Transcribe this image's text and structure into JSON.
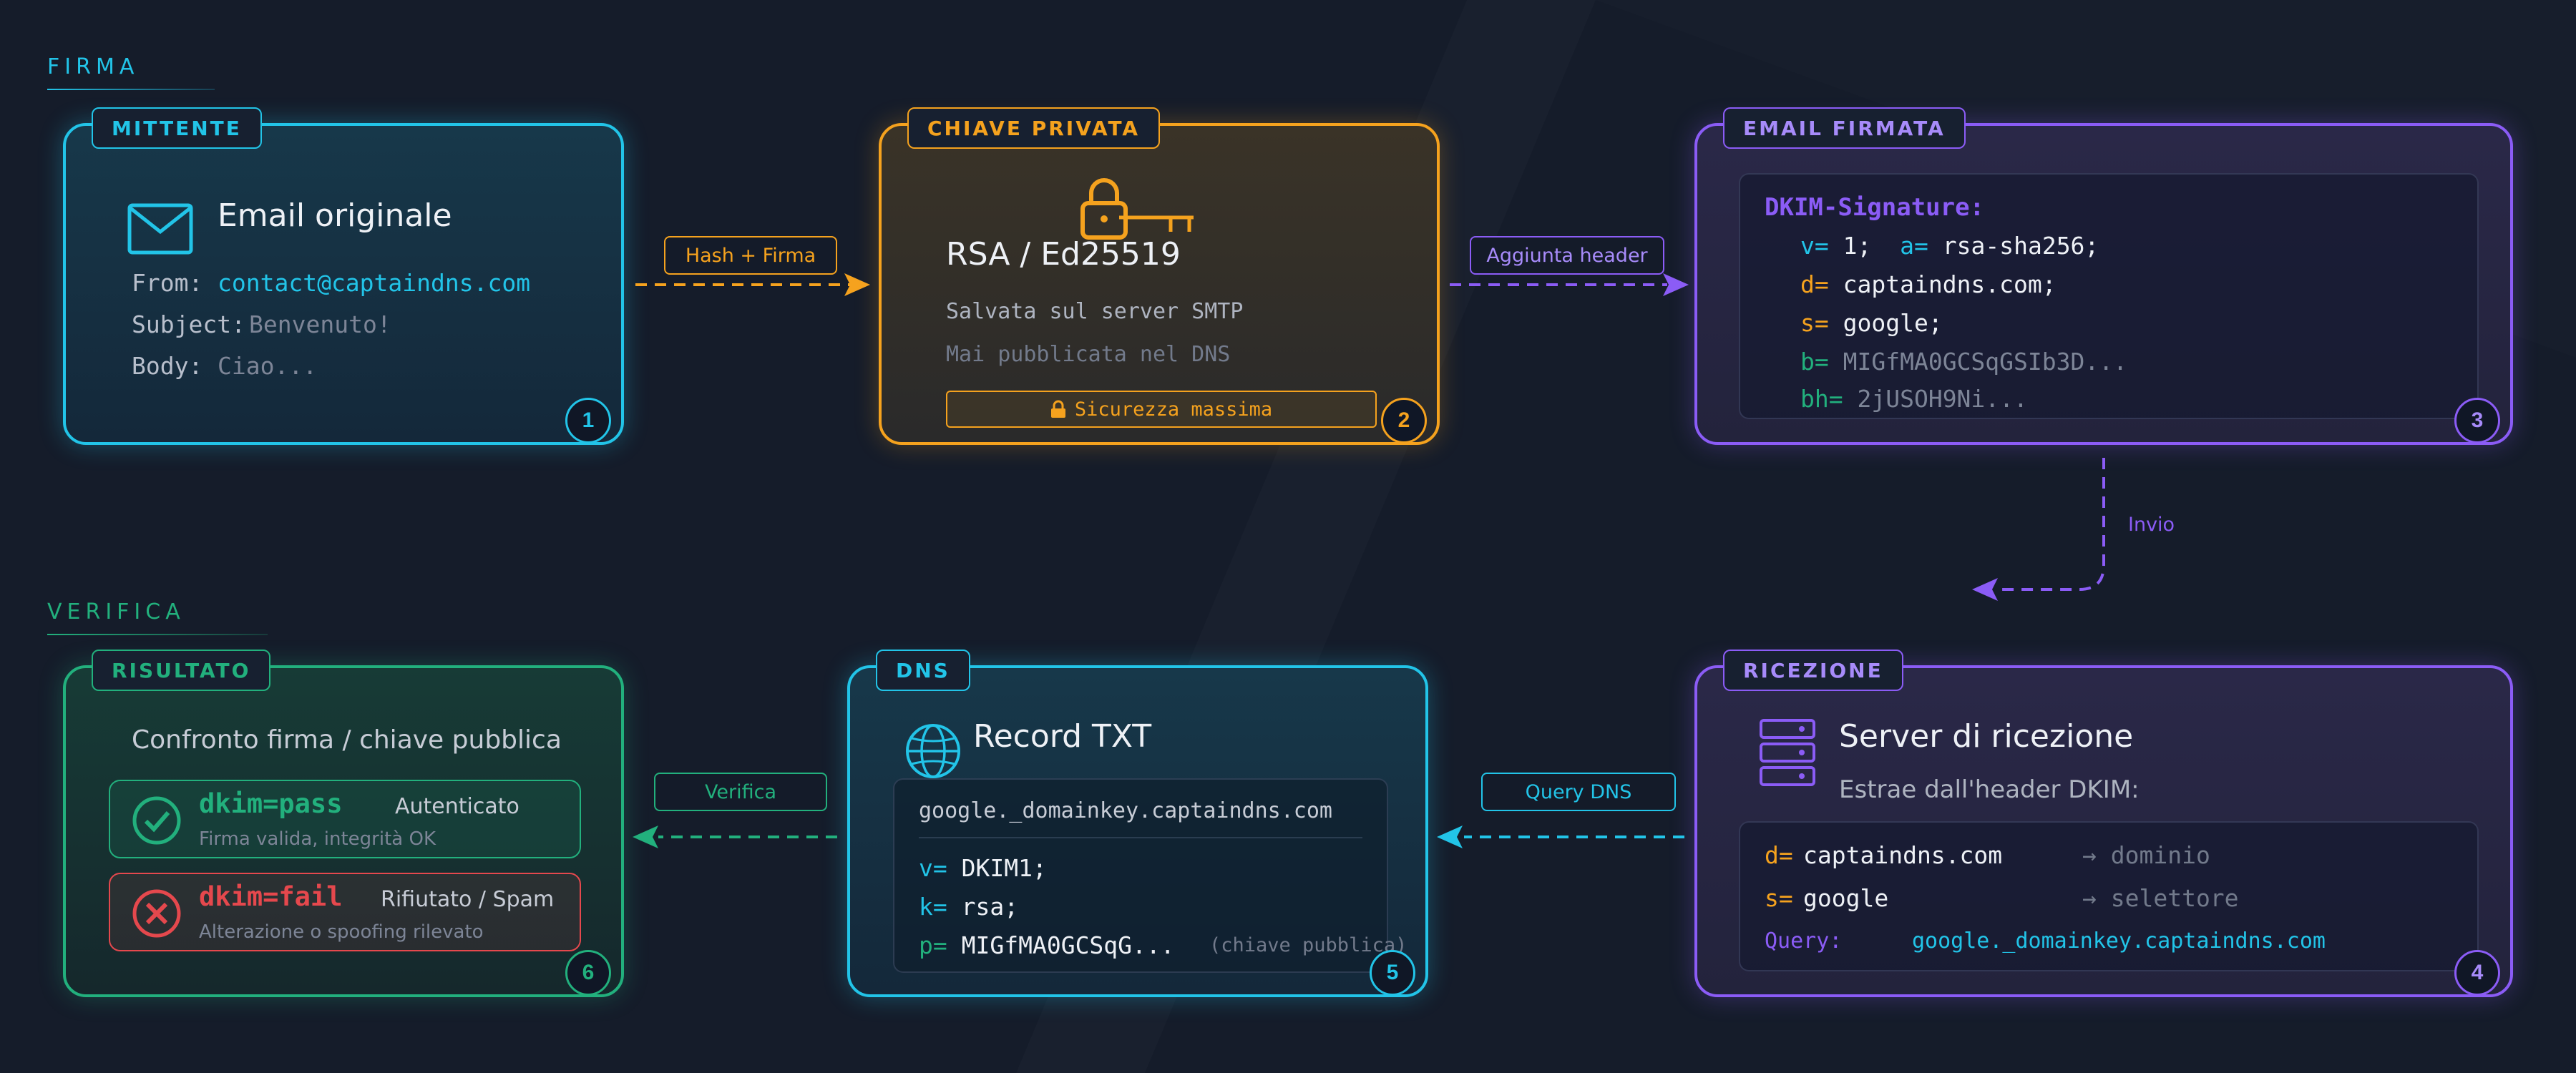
{
  "sections": {
    "sign": "FIRMA",
    "verify": "VERIFICA"
  },
  "cards": {
    "sender": {
      "badge": "MITTENTE",
      "title": "Email originale",
      "number": "1",
      "rows": [
        {
          "key": "From:",
          "value": "contact@captaindns.com"
        },
        {
          "key": "Subject:",
          "value": "Benvenuto!"
        },
        {
          "key": "Body:",
          "value": "Ciao..."
        }
      ]
    },
    "private_key": {
      "badge": "CHIAVE PRIVATA",
      "title": "RSA / Ed25519",
      "line1": "Salvata sul server SMTP",
      "line2": "Mai pubblicata nel DNS",
      "security": "Sicurezza massima",
      "number": "2"
    },
    "signed": {
      "badge": "EMAIL FIRMATA",
      "header": "DKIM-Signature:",
      "number": "3",
      "lines": [
        {
          "k1": "v=",
          "v1": "1;",
          "k2": "a=",
          "v2": "rsa-sha256;"
        },
        {
          "k1": "d=",
          "v1": "captaindns.com;"
        },
        {
          "k1": "s=",
          "v1": "google;"
        },
        {
          "k1": "b=",
          "v1": "MIGfMA0GCSqGSIb3D..."
        },
        {
          "k1": "bh=",
          "v1": "2jUSOH9Ni..."
        }
      ]
    },
    "reception": {
      "badge": "RICEZIONE",
      "title": "Server di ricezione",
      "subtitle": "Estrae dall'header DKIM:",
      "number": "4",
      "d_key": "d=",
      "d_val": "captaindns.com",
      "d_note": "→ dominio",
      "s_key": "s=",
      "s_val": "google",
      "s_note": "→ selettore",
      "query_key": "Query:",
      "query_val": "google._domainkey.captaindns.com"
    },
    "dns": {
      "badge": "DNS",
      "title": "Record TXT",
      "domain": "google._domainkey.captaindns.com",
      "number": "5",
      "v_key": "v=",
      "v_val": "DKIM1;",
      "k_key": "k=",
      "k_val": "rsa;",
      "p_key": "p=",
      "p_val": "MIGfMA0GCSqG...",
      "p_note": "(chiave pubblica)"
    },
    "result": {
      "badge": "RISULTATO",
      "title": "Confronto firma / chiave pubblica",
      "number": "6",
      "pass": {
        "label": "dkim=pass",
        "status": "Autenticato",
        "desc": "Firma valida, integrità OK"
      },
      "fail": {
        "label": "dkim=fail",
        "status": "Rifiutato / Spam",
        "desc": "Alterazione o spoofing rilevato"
      }
    }
  },
  "arrows": {
    "hash_sign": "Hash + Firma",
    "add_header": "Aggiunta header",
    "send": "Invio",
    "query_dns": "Query DNS",
    "verify": "Verifica"
  },
  "icons": [
    "envelope-icon",
    "padlock-icon",
    "key-icon",
    "server-icon",
    "globe-icon",
    "check-icon",
    "cross-icon",
    "small-lock-icon"
  ],
  "colors": {
    "cyan": "#22c4e8",
    "orange": "#f5a21e",
    "purple": "#8b5cf6",
    "green": "#22b07d",
    "red": "#e5484d",
    "text": "#eef1f6",
    "muted": "#7d8597"
  }
}
